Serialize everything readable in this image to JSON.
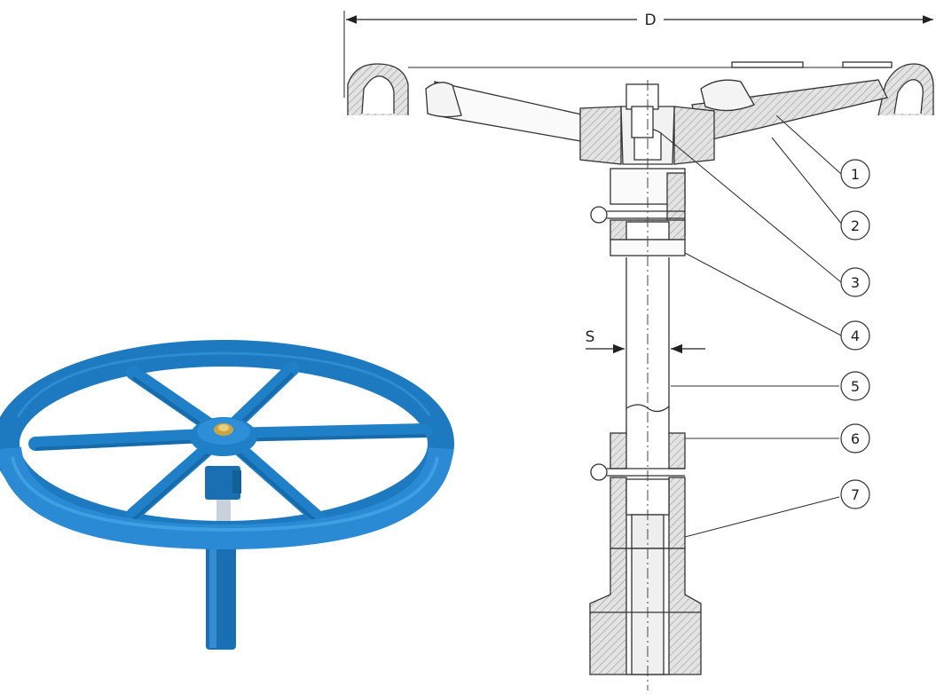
{
  "dimension_labels": {
    "diameter": "D",
    "wall": "S"
  },
  "callouts": [
    {
      "number": "1"
    },
    {
      "number": "2"
    },
    {
      "number": "3"
    },
    {
      "number": "4"
    },
    {
      "number": "5"
    },
    {
      "number": "6"
    },
    {
      "number": "7"
    }
  ],
  "colors": {
    "product_blue": "#1f7fc7",
    "product_blue_dark": "#135f98",
    "hatch_gray": "#c8c8c8",
    "line": "#333333"
  },
  "images": {
    "photo": "blue-handwheel-with-extension-spindle-photo",
    "drawing": "handwheel-extension-spindle-section-drawing"
  }
}
